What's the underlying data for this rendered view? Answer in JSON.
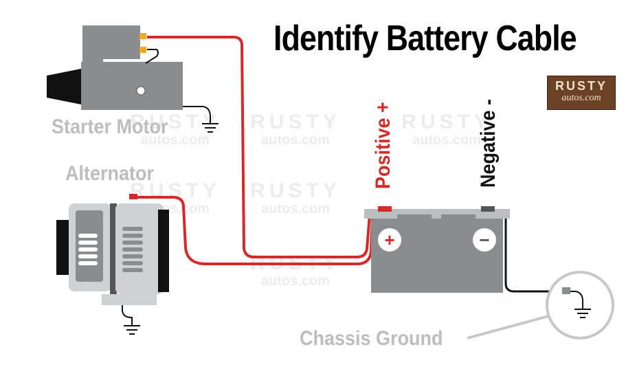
{
  "title": "Identify Battery Cable",
  "labels": {
    "starter_motor": "Starter Motor",
    "alternator": "Alternator",
    "positive": "Positive +",
    "negative": "Negative -",
    "chassis_ground": "Chassis Ground"
  },
  "battery": {
    "positive_symbol": "+",
    "negative_symbol": "−"
  },
  "logo": {
    "top": "RUSTY",
    "bottom": "autos.com"
  },
  "watermark": {
    "top": "RUSTY",
    "bottom": "autos.com"
  },
  "colors": {
    "positive_cable": "#d42a2a",
    "negative_cable": "#111111",
    "component_gray": "#8a8c8e",
    "label_gray": "#bdbdbd",
    "logo_brown": "#6b4226"
  }
}
